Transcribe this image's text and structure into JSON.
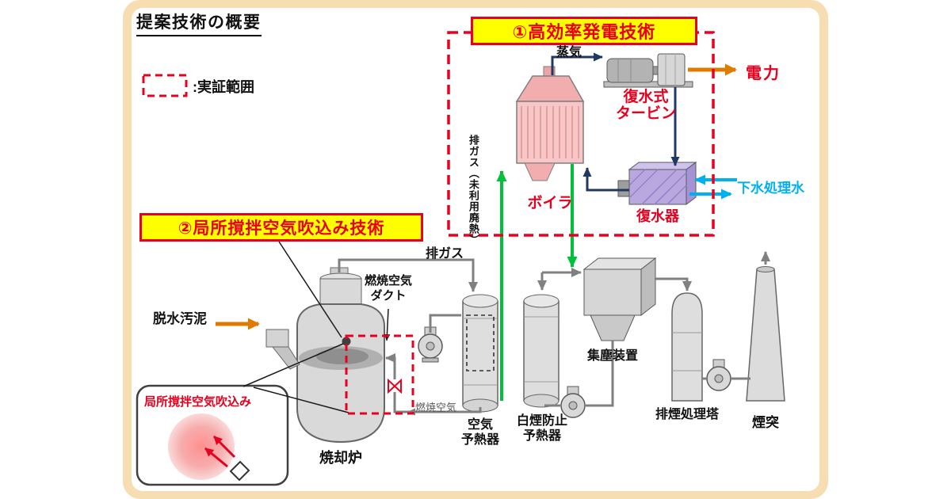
{
  "title": "提案技術の概要",
  "legend": {
    "label": ":実証範囲"
  },
  "banner1": {
    "label": "①高効率発電技術"
  },
  "banner2": {
    "label": "②局所撹拌空気吹込み技術"
  },
  "power_island": {
    "steam": "蒸気",
    "turbine1": "復水式",
    "turbine2": "タービン",
    "boiler": "ボイラ",
    "condenser": "復水器",
    "power": "電力",
    "sewage_water": "下水処理水",
    "unused_heat": "排ガス（未利用廃熱）"
  },
  "flue_line": {
    "flue_gas": "排ガス",
    "duct1": "燃焼空気",
    "duct2": "ダクト",
    "combustion_air": "燃焼空気",
    "air_preheater1": "空気",
    "air_preheater2": "予熱器",
    "white_smoke1": "白煙防止",
    "white_smoke2": "予熱器",
    "dust_collector": "集塵装置",
    "treatment_tower": "排煙処理塔",
    "stack": "煙突"
  },
  "incineration": {
    "dewatered_sludge": "脱水汚泥",
    "incinerator": "焼却炉",
    "callout": "局所撹拌空気吹込み"
  },
  "colors": {
    "frame_peach": "#f6ddb2",
    "scope_red": "#e8001e",
    "highlight_yellow": "#ffff00",
    "steam_navy": "#1f3864",
    "flue_green": "#00c03c",
    "water_cyan": "#00b0f0",
    "power_orange": "#e07b00",
    "equipment_gray": "#d9d9d9",
    "boiler_pink": "#f8c6c6",
    "condenser_purple": "#b9a7e0"
  }
}
